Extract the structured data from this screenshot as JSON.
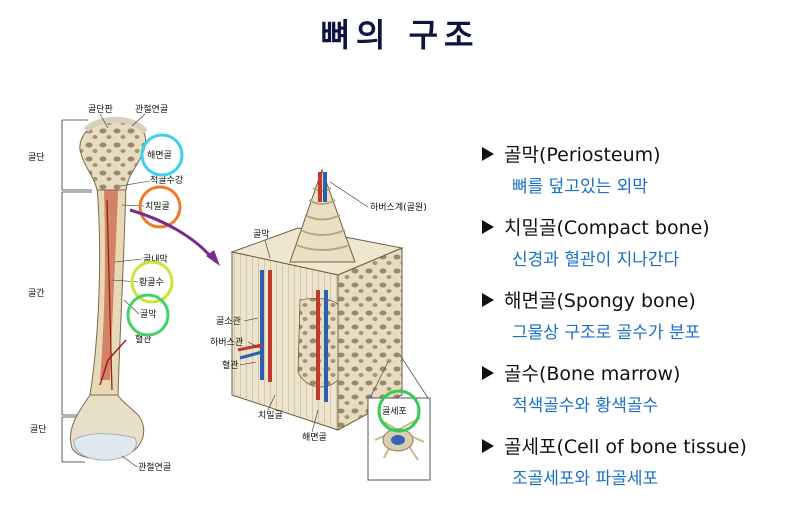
{
  "title": "뼈의 구조",
  "long_bone_labels": {
    "epiphyseal_line": "골단판",
    "articular_cartilage_top": "관절연골",
    "epiphysis_top": "골단",
    "spongy_bone": "해면골",
    "medullary_cavity": "적골수강",
    "compact_bone": "치밀골",
    "endosteum": "골내막",
    "diaphysis": "골간",
    "yellow_marrow": "황골수",
    "periosteum": "골막",
    "blood_vessel": "혈관",
    "epiphysis_bottom": "골단",
    "articular_cartilage_bottom": "관절연골"
  },
  "cross_section_labels": {
    "haversian_system": "하버스계(골원)",
    "periosteum": "골막",
    "volkmann_canal": "골소관",
    "haversian_canal": "하버스관",
    "blood_vessel": "혈관",
    "compact_bone": "치밀골",
    "spongy_bone": "해면골",
    "bone_cell": "골세포"
  },
  "items": [
    {
      "head": "골막(Periosteum)",
      "desc": "뼈를 덮고있는 외막"
    },
    {
      "head": "치밀골(Compact bone)",
      "desc": "신경과 혈관이 지나간다"
    },
    {
      "head": "해면골(Spongy bone)",
      "desc": "그물상 구조로 골수가 분포"
    },
    {
      "head": "골수(Bone marrow)",
      "desc": "적색골수와 황색골수"
    },
    {
      "head": "골세포(Cell of bone tissue)",
      "desc": "조골세포와 파골세포"
    }
  ],
  "colors": {
    "title": "#0d1440",
    "description": "#1a6fc9",
    "circle_spongy": "#3fd0ee",
    "circle_compact": "#f07a2a",
    "circle_marrow": "#c9e62f",
    "circle_periosteum": "#45d06a",
    "circle_cell": "#33cc55",
    "arrow": "#7a2a8c"
  }
}
